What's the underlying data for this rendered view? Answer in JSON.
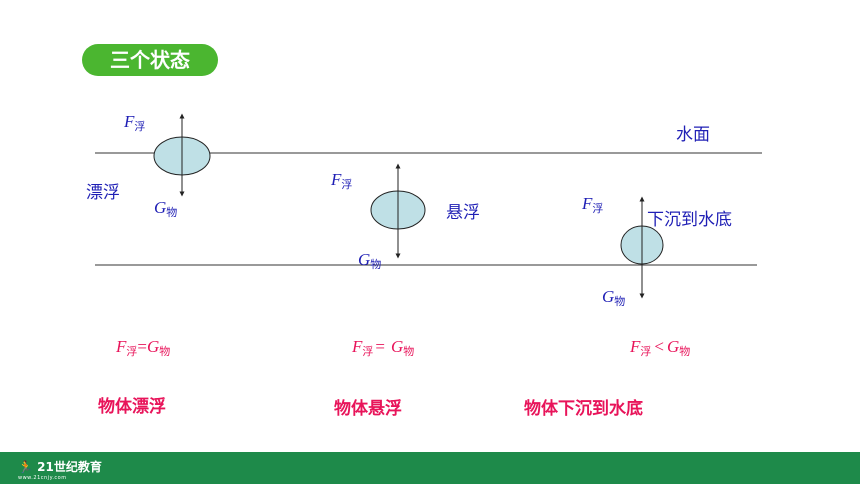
{
  "title": "三个状态",
  "water_surface_label": "水面",
  "states": [
    {
      "name": "漂浮",
      "buoyancy_symbol": "F",
      "buoyancy_sub": "浮",
      "gravity_symbol": "G",
      "gravity_sub": "物",
      "relation": {
        "lhs": "F",
        "lhs_sub": "浮",
        "op": "=",
        "rhs": "G",
        "rhs_sub": "物"
      },
      "caption": "物体漂浮"
    },
    {
      "name": "悬浮",
      "buoyancy_symbol": "F",
      "buoyancy_sub": "浮",
      "gravity_symbol": "G",
      "gravity_sub": "物",
      "relation": {
        "lhs": "F",
        "lhs_sub": "浮",
        "op": "=",
        "rhs": "G",
        "rhs_sub": "物"
      },
      "caption": "物体悬浮"
    },
    {
      "name": "下沉到水底",
      "buoyancy_symbol": "F",
      "buoyancy_sub": "浮",
      "gravity_symbol": "G",
      "gravity_sub": "物",
      "relation": {
        "lhs": "F",
        "lhs_sub": "浮",
        "op": "<",
        "rhs": "G",
        "rhs_sub": "物"
      },
      "caption": "物体下沉到水底"
    }
  ],
  "footer": {
    "logo_text": "21世纪教育",
    "logo_sub": "www.21cnjy.com"
  },
  "colors": {
    "accent_green": "#4bb630",
    "footer_green": "#1e8a4a",
    "label_blue": "#1f1fb5",
    "relation_pink": "#e8145a",
    "object_fill": "#bfe0e6"
  }
}
